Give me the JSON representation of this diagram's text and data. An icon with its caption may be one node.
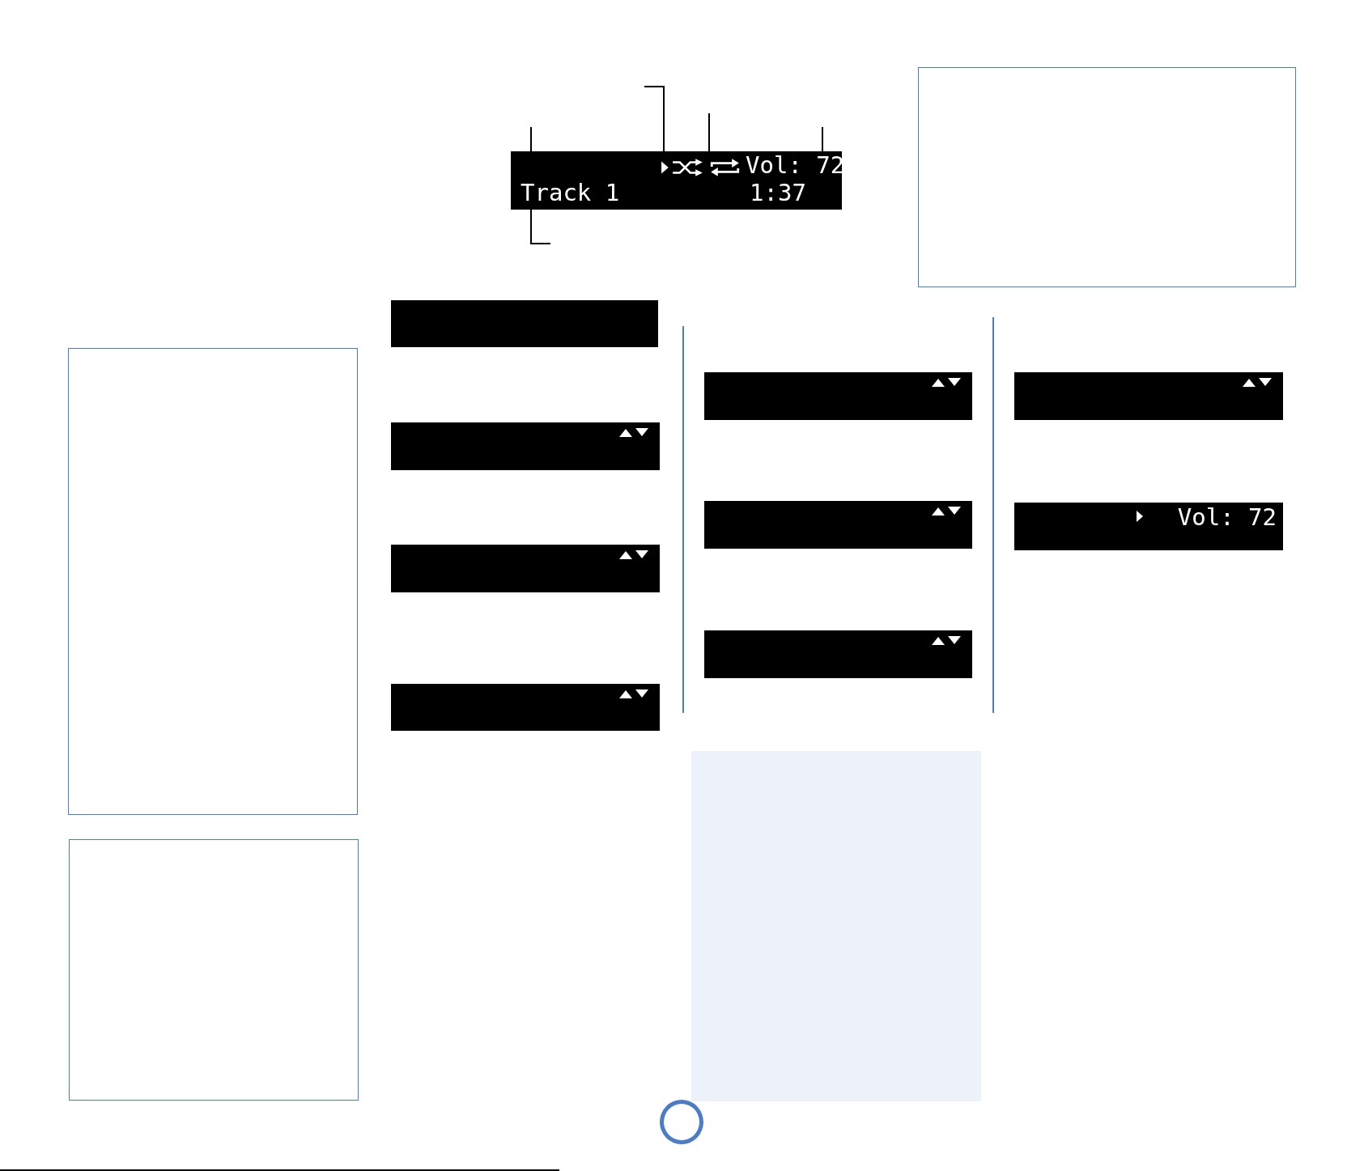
{
  "diagram": {
    "nodes": [
      {
        "text": [],
        "shape": "box"
      },
      {
        "text": [
          "Vol: 72"
        ],
        "in": 0
      },
      {
        "text": [
          "Track 1"
        ],
        "in": 0
      },
      {
        "text": [
          "1:37"
        ],
        "in": 0
      },
      {
        "text": [],
        "shape": "picture",
        "in": 0
      },
      {
        "text": [],
        "shape": "picture",
        "in": 0
      },
      {
        "text": [],
        "shape": "box"
      },
      {
        "text": [],
        "shape": "box"
      },
      {
        "text": [],
        "shape": "box"
      },
      {
        "text": [],
        "shape": "box"
      },
      {
        "text": [],
        "shape": "box"
      },
      {
        "text": [],
        "shape": "box"
      },
      {
        "text": [],
        "shape": "box"
      },
      {
        "text": [],
        "shape": "box"
      },
      {
        "text": [],
        "shape": "box"
      },
      {
        "text": [],
        "shape": "box"
      },
      {
        "text": [],
        "shape": "box"
      },
      {
        "text": [
          "Vol: 72"
        ]
      },
      {
        "text": [],
        "shape": "box"
      },
      {
        "text": [],
        "shape": "circle"
      }
    ],
    "edges": [
      {
        "from": null,
        "to": 0,
        "arrow": "none"
      },
      {
        "from": null,
        "to": 4,
        "arrow": "none"
      },
      {
        "from": null,
        "to": 5,
        "arrow": "none"
      },
      {
        "from": null,
        "to": 1,
        "arrow": "none"
      },
      {
        "from": null,
        "to": 2,
        "arrow": "none"
      }
    ]
  }
}
